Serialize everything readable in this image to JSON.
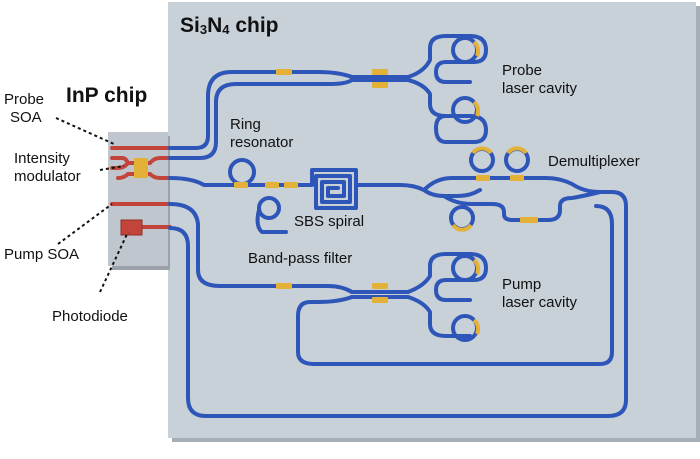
{
  "colors": {
    "sin_chip": "#c8d0d8",
    "sin_chip_edge": "#a6aeb6",
    "inp_chip": "#bfc6cd",
    "waveguide": "#2e55b8",
    "inp_waveguide": "#c2443a",
    "heater": "#e3b038",
    "background": "#ffffff"
  },
  "titles": {
    "sin_prefix": "Si",
    "sin_sub1": "3",
    "sin_mid": "N",
    "sin_sub2": "4",
    "sin_suffix": " chip",
    "inp": "InP chip"
  },
  "labels": {
    "probe_soa_1": "Probe",
    "probe_soa_2": "SOA",
    "intensity_1": "Intensity",
    "intensity_2": "modulator",
    "pump_soa": "Pump SOA",
    "photodiode": "Photodiode",
    "ring_1": "Ring",
    "ring_2": "resonator",
    "sbs_spiral": "SBS spiral",
    "band_pass": "Band-pass filter",
    "demux": "Demultiplexer",
    "probe_cavity_1": "Probe",
    "probe_cavity_2": "laser cavity",
    "pump_cavity_1": "Pump",
    "pump_cavity_2": "laser cavity"
  }
}
